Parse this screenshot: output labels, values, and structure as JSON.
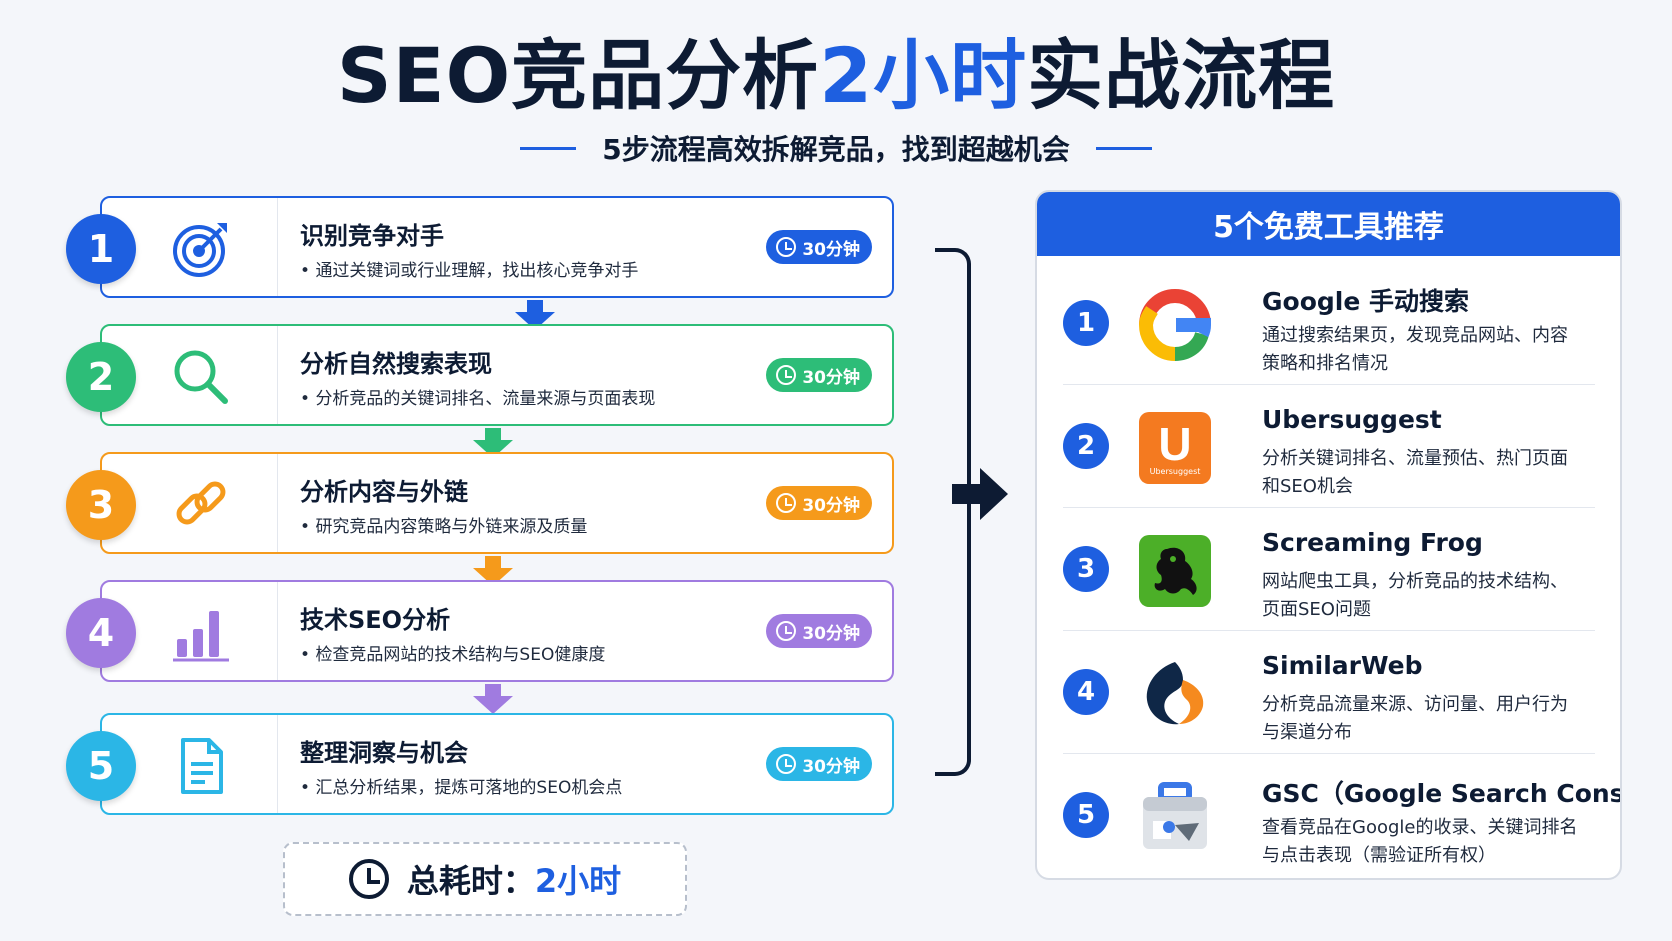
{
  "header": {
    "title_part1": "SEO竞品分析",
    "title_accent": "2小时",
    "title_part2": "实战流程",
    "subtitle": "5步流程高效拆解竞品，找到超越机会"
  },
  "steps": [
    {
      "num": "1",
      "title": "识别竞争对手",
      "desc": "通过关键词或行业理解，找出核心竞争对手",
      "time": "30分钟",
      "color": "#1e5fe0",
      "icon": "target-icon"
    },
    {
      "num": "2",
      "title": "分析自然搜索表现",
      "desc": "分析竞品的关键词排名、流量来源与页面表现",
      "time": "30分钟",
      "color": "#2dbd78",
      "icon": "search-icon"
    },
    {
      "num": "3",
      "title": "分析内容与外链",
      "desc": "研究竞品内容策略与外链来源及质量",
      "time": "30分钟",
      "color": "#f59a1b",
      "icon": "link-icon"
    },
    {
      "num": "4",
      "title": "技术SEO分析",
      "desc": "检查竞品网站的技术结构与SEO健康度",
      "time": "30分钟",
      "color": "#a07be0",
      "icon": "bar-chart-icon"
    },
    {
      "num": "5",
      "title": "整理洞察与机会",
      "desc": "汇总分析结果，提炼可落地的SEO机会点",
      "time": "30分钟",
      "color": "#2bb6e6",
      "icon": "document-icon"
    }
  ],
  "total": {
    "label": "总耗时：",
    "value": "2小时"
  },
  "tools_panel": {
    "title": "5个免费工具推荐",
    "tools": [
      {
        "num": "1",
        "name": "Google 手动搜索",
        "desc": "通过搜索结果页，发现竞品网站、内容策略和排名情况",
        "icon": "google-logo-icon"
      },
      {
        "num": "2",
        "name": "Ubersuggest",
        "desc": "分析关键词排名、流量预估、热门页面和SEO机会",
        "icon": "ubersuggest-logo-icon",
        "logo_text": "Ubersuggest"
      },
      {
        "num": "3",
        "name": "Screaming Frog",
        "desc": "网站爬虫工具，分析竞品的技术结构、页面SEO问题",
        "icon": "screaming-frog-logo-icon"
      },
      {
        "num": "4",
        "name": "SimilarWeb",
        "desc": "分析竞品流量来源、访问量、用户行为与渠道分布",
        "icon": "similarweb-logo-icon"
      },
      {
        "num": "5",
        "name": "GSC（Google Search Console）",
        "desc": "查看竞品在Google的收录、关键词排名与点击表现（需验证所有权）",
        "icon": "search-console-logo-icon"
      }
    ]
  }
}
